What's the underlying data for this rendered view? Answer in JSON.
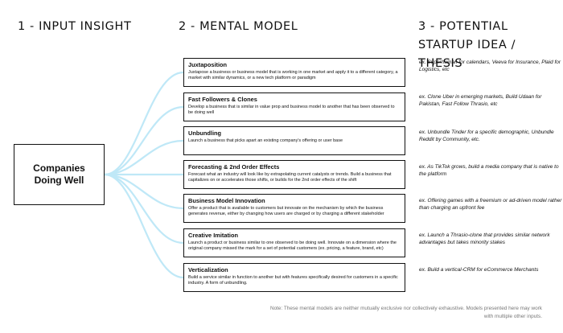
{
  "headers": {
    "input": "1 - INPUT INSIGHT",
    "model": "2 - MENTAL MODEL",
    "idea": "3 - POTENTIAL STARTUP IDEA / THESIS"
  },
  "source": {
    "label": "Companies Doing Well"
  },
  "colors": {
    "connector": "#bfe8f7",
    "border": "#111111",
    "footnote": "#777777"
  },
  "models": [
    {
      "title": "Juxtaposition",
      "description": "Juxtapose a business or business model that is working in one market and apply it to a different category, a market with similar dynamics, or a new tech platform or paradigm",
      "example": "ex. Superhuman for calendars, Veeva for Insurance, Plaid for Logistics, etc"
    },
    {
      "title": "Fast Followers & Clones",
      "description": "Develop a business that is similar in value prop and business model to another that has been observed to be doing well",
      "example": "ex. Clone Uber in emerging markets, Build Udaan for Pakistan, Fast Follow Thrasio, etc"
    },
    {
      "title": "Unbundling",
      "description": "Launch a business that picks apart an existing company's offering or user base",
      "example": "ex. Unbundle Tinder for a specific demographic, Unbundle Reddit by Community, etc."
    },
    {
      "title": "Forecasting & 2nd Order Effects",
      "description": "Forecast what an industry will look like by extrapolating current catalysts or trends. Build a business that capitalizes on or accelerates those shifts, or builds for the 2nd order effects of the shift",
      "example": "ex. As TikTok grows, build a media company that is native to the platform"
    },
    {
      "title": "Business Model Innovation",
      "description": "Offer a product that is available to customers but innovate on the mechanism by which the business generates revenue, either by changing how users are charged or by charging a different stakeholder",
      "example": "ex. Offering games with a freemium or ad-driven model rather than charging an upfront fee"
    },
    {
      "title": "Creative Imitation",
      "description": "Launch a product or business similar to one observed to be doing well. Innovate on a dimension where the original company missed the mark for a set of potential customers (ex. pricing, a feature, brand, etc)",
      "example": "ex. Launch a Thrasio-clone that provides similar network advantages but takes minority stakes"
    },
    {
      "title": "Verticalization",
      "description": "Build a service similar in function to another but with features specifically desired for customers in a specific industry. A form of unbundling.",
      "example": "ex. Build a vertical-CRM for eCommerce Merchants"
    }
  ],
  "footnote": "Note: These mental models are neither mutually exclusive nor collectively exhaustive. Models presented here may work with multiple other inputs."
}
